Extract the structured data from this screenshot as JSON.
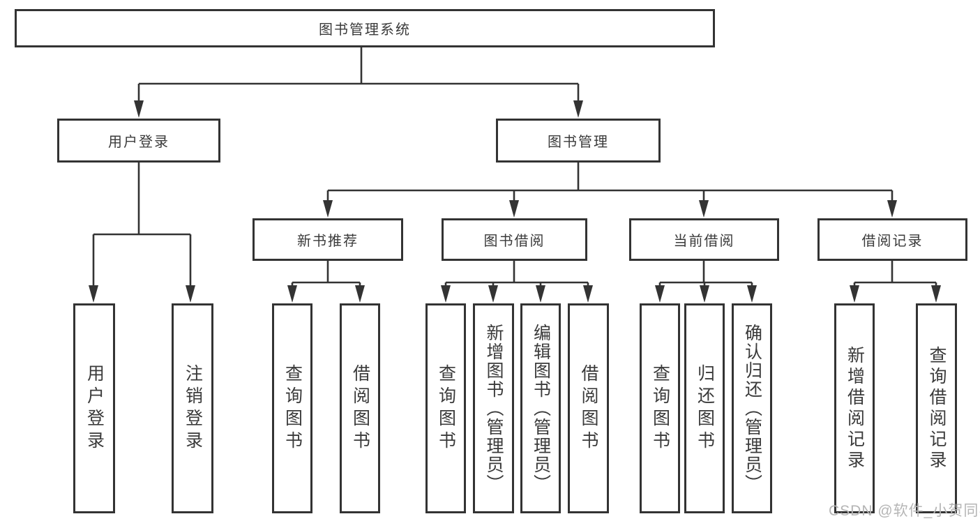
{
  "nodes": {
    "root": "图书管理系统",
    "user_login": "用户登录",
    "book_mgmt": "图书管理",
    "new_book_rec": "新书推荐",
    "book_borrow": "图书借阅",
    "current_borrow": "当前借阅",
    "borrow_records": "借阅记录",
    "leaf_user_login": "用户登录",
    "leaf_logout": "注销登录",
    "leaf_query_books_1": "查询图书",
    "leaf_borrow_books_1": "借阅图书",
    "leaf_query_books_2": "查询图书",
    "leaf_add_book_admin": "新增图书（管理员）",
    "leaf_edit_book_admin": "编辑图书（管理员）",
    "leaf_borrow_books_2": "借阅图书",
    "leaf_query_books_3": "查询图书",
    "leaf_return_books": "归还图书",
    "leaf_confirm_return_admin": "确认归还（管理员）",
    "leaf_add_borrow_record": "新增借阅记录",
    "leaf_query_borrow_record": "查询借阅记录"
  },
  "watermark": "CSDN @软件_小贺同学",
  "colors": {
    "line": "#333333",
    "text": "#3a3a3a",
    "box_bg": "#ffffff",
    "watermark": "#b5b5b5"
  }
}
